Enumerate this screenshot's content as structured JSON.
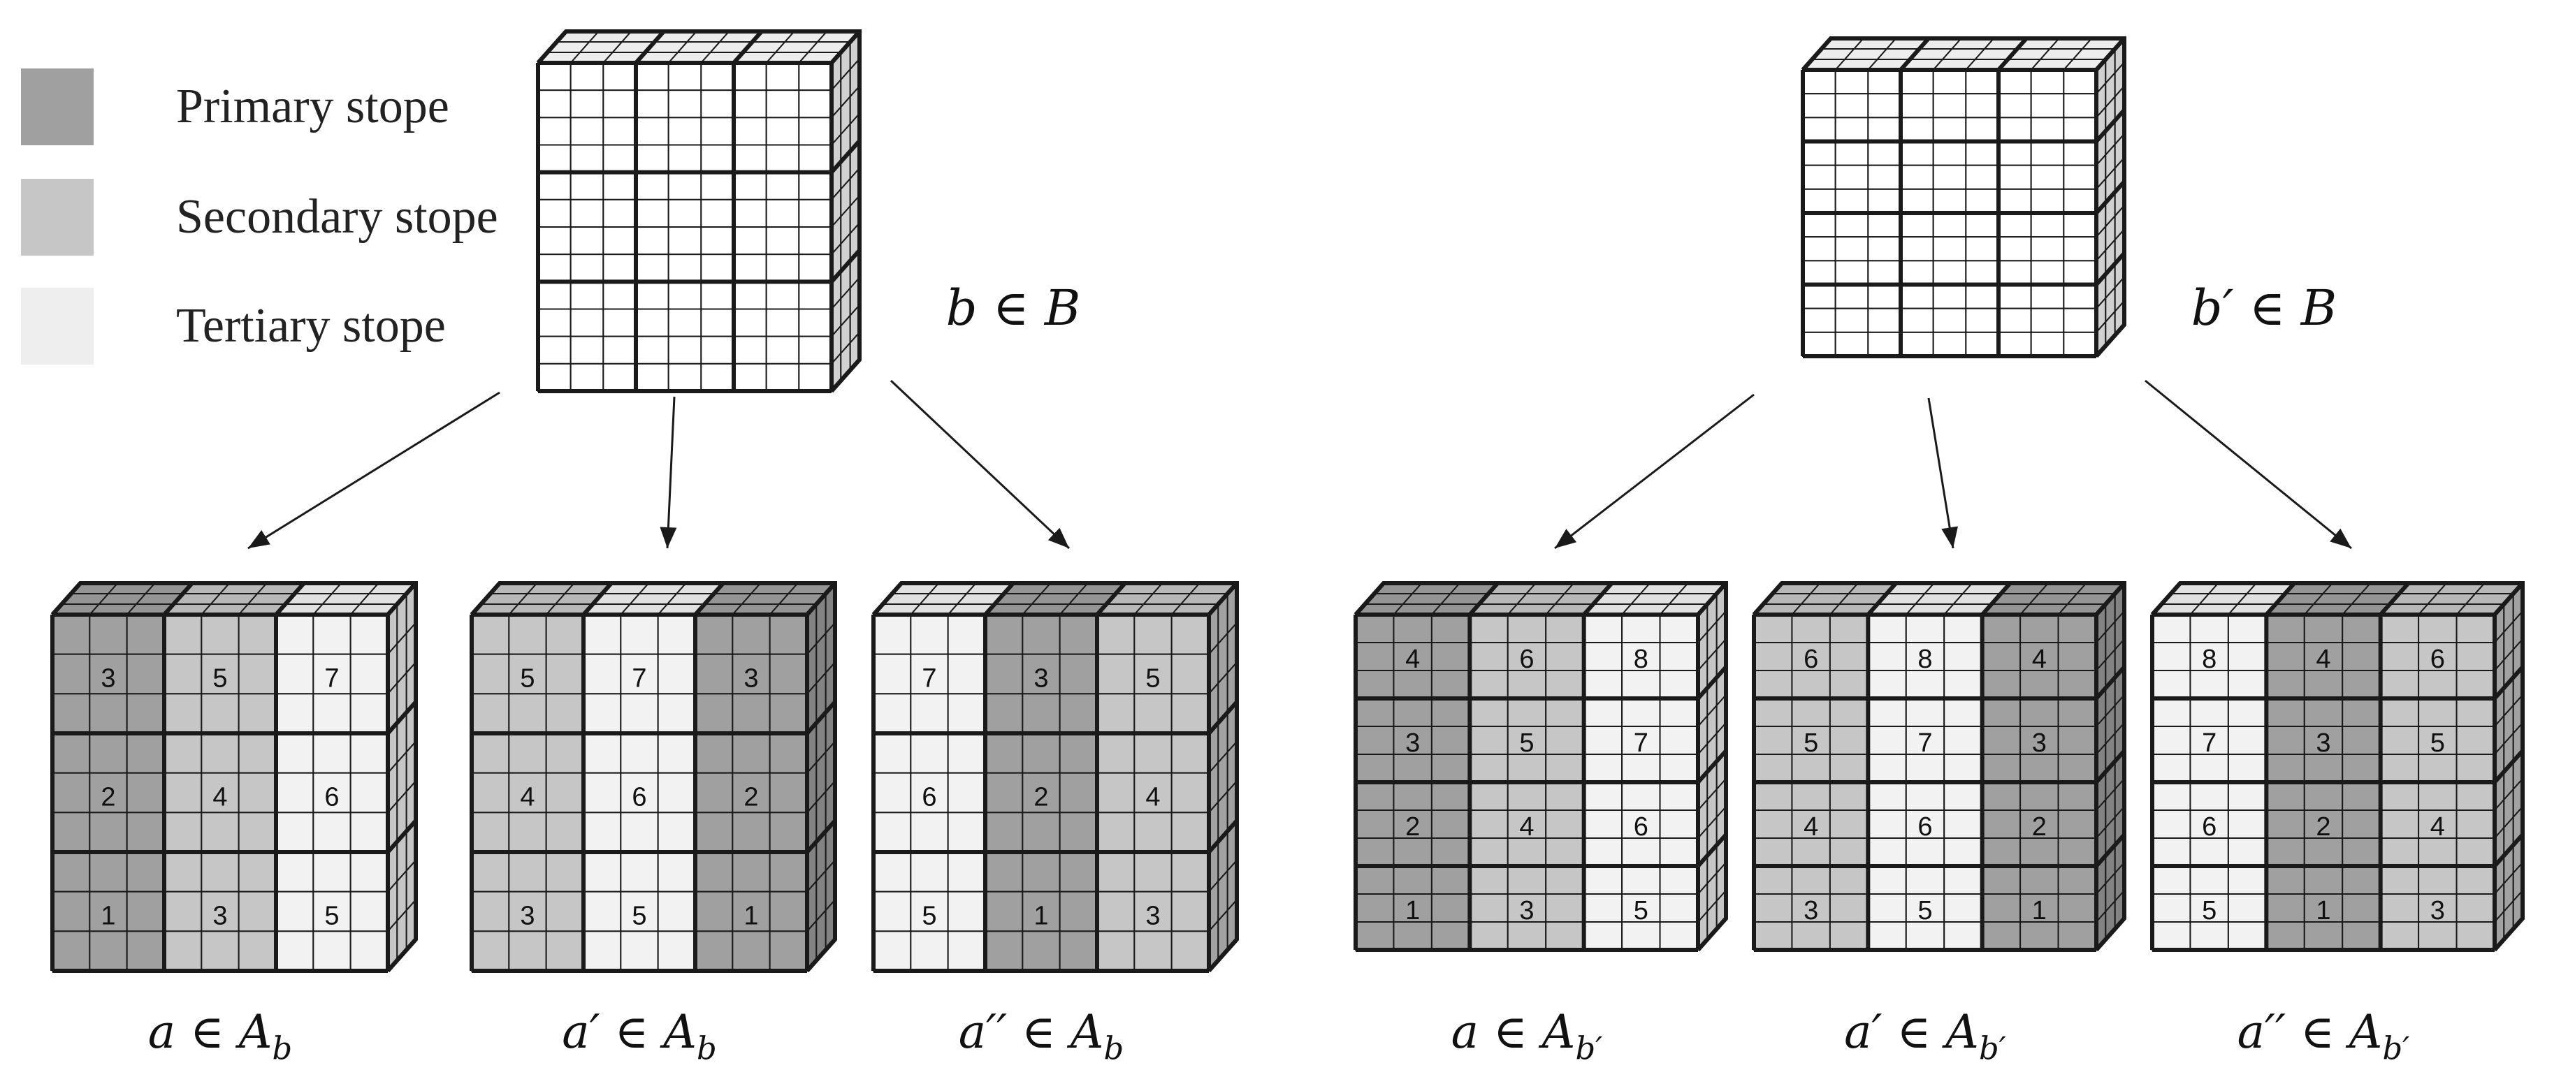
{
  "legend": {
    "items": [
      {
        "label": "Primary stope",
        "color": "#a0a0a0"
      },
      {
        "label": "Secondary stope",
        "color": "#c6c6c6"
      },
      {
        "label": "Tertiary stope",
        "color": "#eeeeee"
      }
    ]
  },
  "colors": {
    "primary": "#a0a0a0",
    "secondary": "#c6c6c6",
    "tertiary": "#f2f2f2",
    "blank": "#ffffff",
    "line": "#1a1a1a"
  },
  "blocks": [
    {
      "label": "b ∈ B",
      "rows": 3,
      "alternatives": [
        {
          "label": "a ∈ A_b",
          "columns": [
            "primary",
            "secondary",
            "tertiary"
          ],
          "numbers": [
            [
              "3",
              "5",
              "7"
            ],
            [
              "2",
              "4",
              "6"
            ],
            [
              "1",
              "3",
              "5"
            ]
          ]
        },
        {
          "label": "a′ ∈ A_b",
          "columns": [
            "secondary",
            "tertiary",
            "primary"
          ],
          "numbers": [
            [
              "5",
              "7",
              "3"
            ],
            [
              "4",
              "6",
              "2"
            ],
            [
              "3",
              "5",
              "1"
            ]
          ]
        },
        {
          "label": "a′′ ∈ A_b",
          "columns": [
            "tertiary",
            "primary",
            "secondary"
          ],
          "numbers": [
            [
              "7",
              "3",
              "5"
            ],
            [
              "6",
              "2",
              "4"
            ],
            [
              "5",
              "1",
              "3"
            ]
          ]
        }
      ]
    },
    {
      "label": "b′ ∈ B",
      "rows": 4,
      "alternatives": [
        {
          "label": "a ∈ A_b′",
          "columns": [
            "primary",
            "secondary",
            "tertiary"
          ],
          "numbers": [
            [
              "4",
              "6",
              "8"
            ],
            [
              "3",
              "5",
              "7"
            ],
            [
              "2",
              "4",
              "6"
            ],
            [
              "1",
              "3",
              "5"
            ]
          ]
        },
        {
          "label": "a′ ∈ A_b′",
          "columns": [
            "secondary",
            "tertiary",
            "primary"
          ],
          "numbers": [
            [
              "6",
              "8",
              "4"
            ],
            [
              "5",
              "7",
              "3"
            ],
            [
              "4",
              "6",
              "2"
            ],
            [
              "3",
              "5",
              "1"
            ]
          ]
        },
        {
          "label": "a′′ ∈ A_b′",
          "columns": [
            "tertiary",
            "primary",
            "secondary"
          ],
          "numbers": [
            [
              "8",
              "4",
              "6"
            ],
            [
              "7",
              "3",
              "5"
            ],
            [
              "6",
              "2",
              "4"
            ],
            [
              "5",
              "1",
              "3"
            ]
          ]
        }
      ]
    }
  ]
}
